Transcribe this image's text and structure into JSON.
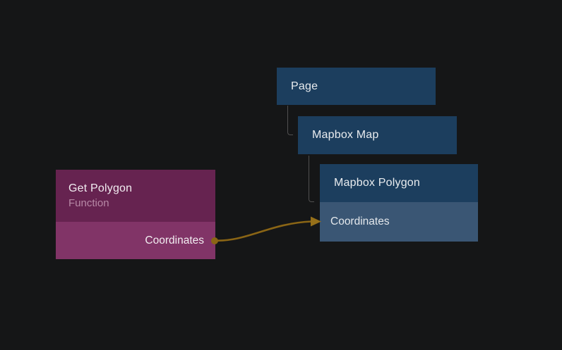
{
  "canvas": {
    "type": "node-graph-editor"
  },
  "nodes": {
    "page": {
      "title": "Page"
    },
    "mapbox_map": {
      "title": "Mapbox Map"
    },
    "mapbox_polygon": {
      "title": "Mapbox Polygon",
      "input_label": "Coordinates"
    },
    "get_polygon": {
      "title": "Get Polygon",
      "subtitle": "Function",
      "output_label": "Coordinates"
    }
  },
  "connection": {
    "from_node": "Get Polygon",
    "from_port": "Coordinates",
    "to_node": "Mapbox Polygon",
    "to_port": "Coordinates"
  },
  "colors": {
    "background": "#151617",
    "node_blue_header": "#1c3e5e",
    "node_blue_row": "#3a5674",
    "node_purple_header": "#662350",
    "node_purple_row": "#813467",
    "tree_line": "#505050",
    "connection_gold": "#8a6515"
  }
}
